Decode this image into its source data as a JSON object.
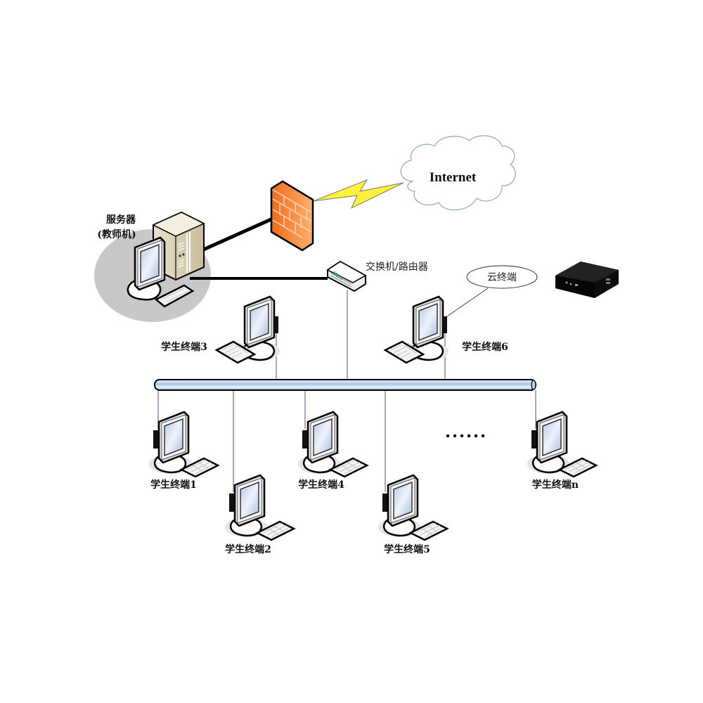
{
  "diagram": {
    "server": {
      "label_line1": "服务器",
      "label_line2": "(教师机)"
    },
    "firewall": {
      "name": "firewall"
    },
    "internet": {
      "label": "Internet"
    },
    "switch": {
      "label": "交换机/路由器"
    },
    "cloud_terminal": {
      "label": "云终端"
    },
    "students": [
      {
        "id": "3",
        "label": "学生终端3"
      },
      {
        "id": "6",
        "label": "学生终端6"
      },
      {
        "id": "1",
        "label": "学生终端1"
      },
      {
        "id": "2",
        "label": "学生终端2"
      },
      {
        "id": "4",
        "label": "学生终端4"
      },
      {
        "id": "5",
        "label": "学生终端5"
      },
      {
        "id": "n",
        "label": "学生终端n"
      }
    ],
    "ellipsis": "……",
    "colors": {
      "firewall": "#f07a2a",
      "lightning": "#ffee33",
      "bus": "#c8dcf0",
      "drop_line": "#6a6aa0",
      "server_shadow": "#c8c8c8"
    }
  }
}
